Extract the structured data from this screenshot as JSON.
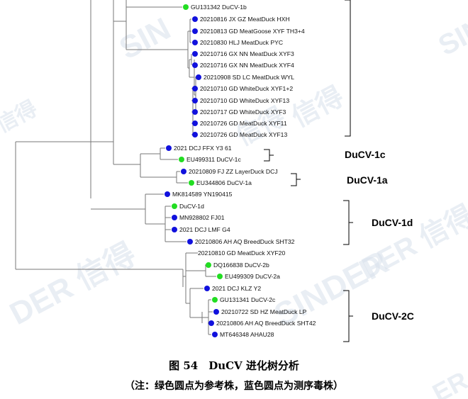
{
  "watermarks": [
    "SIN",
    "信得",
    "信得",
    "DER 信得",
    "SINDER",
    "DER 信得",
    "信得",
    "SIN",
    "ER"
  ],
  "colors": {
    "reference": "#22dd22",
    "sequenced": "#1111dd",
    "line": "#777777",
    "bracket": "#000000"
  },
  "taxa": [
    {
      "label": "GU131342 DuCV-1b",
      "type": "reference"
    },
    {
      "label": "20210816 JX GZ MeatDuck HXH",
      "type": "sequenced"
    },
    {
      "label": "20210813 GD MeatGoose XYF TH3+4",
      "type": "sequenced"
    },
    {
      "label": "20210830 HLJ MeatDuck PYC",
      "type": "sequenced"
    },
    {
      "label": "20210716 GX NN MeatDuck XYF3",
      "type": "sequenced"
    },
    {
      "label": "20210716 GX NN MeatDuck XYF4",
      "type": "sequenced"
    },
    {
      "label": "20210908 SD LC MeatDuck WYL",
      "type": "sequenced"
    },
    {
      "label": "20210710 GD WhiteDuck XYF1+2",
      "type": "sequenced"
    },
    {
      "label": "20210710 GD WhiteDuck XYF13",
      "type": "sequenced"
    },
    {
      "label": "20210717 GD WhiteDuck XYF3",
      "type": "sequenced"
    },
    {
      "label": "20210726 GD MeatDuck XYF11",
      "type": "sequenced"
    },
    {
      "label": "20210726 GD MeatDuck XYF13",
      "type": "sequenced"
    },
    {
      "label": "2021 DCJ FFX Y3 61",
      "type": "sequenced"
    },
    {
      "label": "EU499311 DuCV-1c",
      "type": "reference"
    },
    {
      "label": "20210809 FJ ZZ LayerDuck DCJ",
      "type": "sequenced"
    },
    {
      "label": "EU344806 DuCV-1a",
      "type": "reference"
    },
    {
      "label": "MK814589 YN190415",
      "type": "sequenced"
    },
    {
      "label": "DuCV-1d",
      "type": "reference"
    },
    {
      "label": "MN928802 FJ01",
      "type": "sequenced"
    },
    {
      "label": "2021 DCJ LMF G4",
      "type": "sequenced"
    },
    {
      "label": "20210806 AH AQ BreedDuck SHT32",
      "type": "sequenced"
    },
    {
      "label": "20210810 GD MeatDuck XYF20",
      "type": "none"
    },
    {
      "label": "DQ166838 DuCV-2b",
      "type": "reference"
    },
    {
      "label": "EU499309 DuCV-2a",
      "type": "reference"
    },
    {
      "label": "2021 DCJ KLZ Y2",
      "type": "sequenced"
    },
    {
      "label": "GU131341 DuCV-2c",
      "type": "reference"
    },
    {
      "label": "20210722 SD HZ MeatDuck LP",
      "type": "sequenced"
    },
    {
      "label": "20210806 AH AQ BreedDuck SHT42",
      "type": "sequenced"
    },
    {
      "label": "MT646348 AHAU28",
      "type": "sequenced"
    }
  ],
  "groups": [
    "DuCV-1c",
    "DuCV-1a",
    "DuCV-1d",
    "DuCV-2C"
  ],
  "caption": {
    "figure": "图 54　DuCV 进化树分析",
    "note": "（注：绿色圆点为参考株，蓝色圆点为测序毒株）"
  }
}
